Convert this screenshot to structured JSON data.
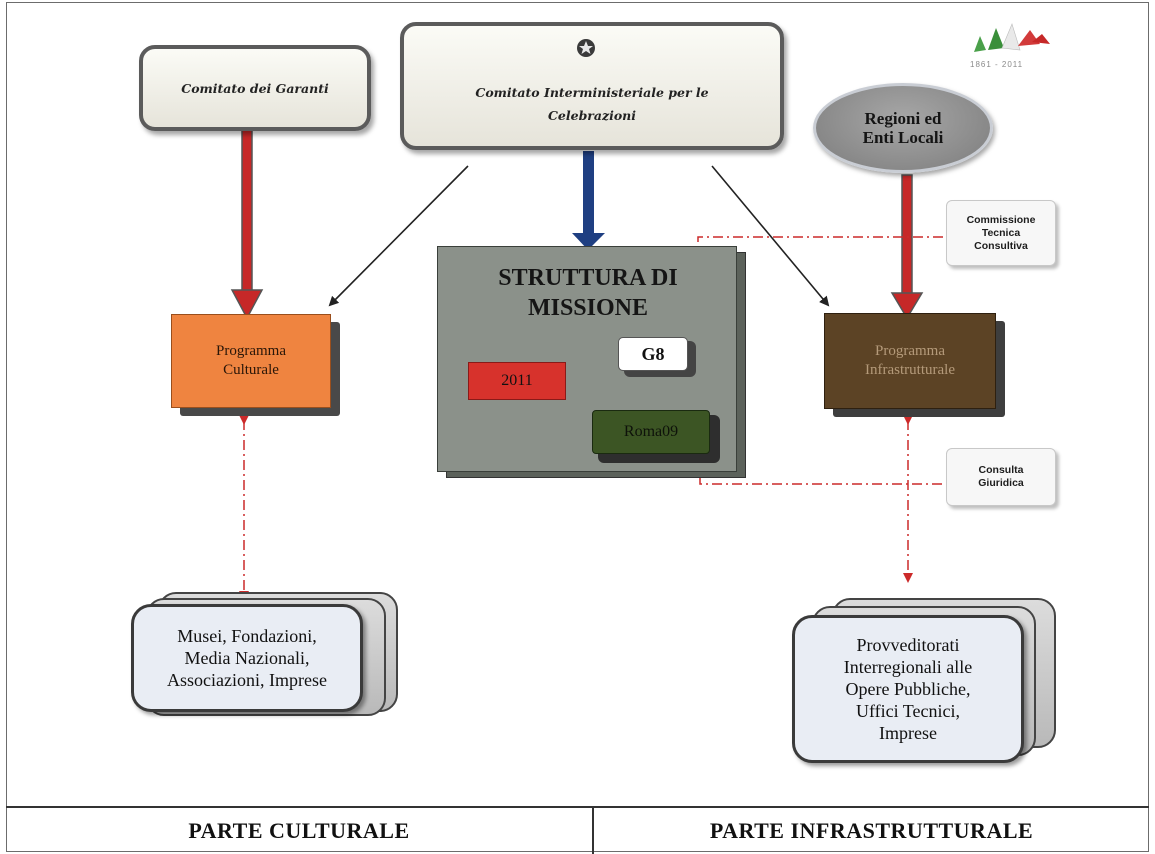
{
  "nodes": {
    "comitato_garanti": "Comitato dei Garanti",
    "comitato_interministeriale_line1": "Comitato Interministeriale per le",
    "comitato_interministeriale_line2": "Celebrazioni",
    "regioni_line1": "Regioni ed",
    "regioni_line2": "Enti Locali",
    "commissione_line1": "Commissione",
    "commissione_line2": "Tecnica",
    "commissione_line3": "Consultiva",
    "struttura_line1": "STRUTTURA DI",
    "struttura_line2": "MISSIONE",
    "label_2011": "2011",
    "label_g8": "G8",
    "label_roma09": "Roma09",
    "programma_culturale_line1": "Programma",
    "programma_culturale_line2": "Culturale",
    "programma_infra_line1": "Programma",
    "programma_infra_line2": "Infrastrutturale",
    "consulta_line1": "Consulta",
    "consulta_line2": "Giuridica",
    "musei_line1": "Musei, Fondazioni,",
    "musei_line2": "Media Nazionali,",
    "musei_line3": "Associazioni, Imprese",
    "provv_line1": "Provveditorati",
    "provv_line2": "Interregionali alle",
    "provv_line3": "Opere Pubbliche,",
    "provv_line4": "Uffici Tecnici,",
    "provv_line5": "Imprese"
  },
  "logo": {
    "years": "1861 - 2011"
  },
  "footer": {
    "left": "PARTE CULTURALE",
    "right": "PARTE INFRASTRUTTURALE"
  },
  "colors": {
    "red_arrow": "#c62828",
    "blue_arrow": "#1f3f82",
    "dash_red": "#cc2a2a",
    "orange_box": "#ef8440",
    "brown_box": "#5c4325",
    "struttura_bg": "#8b918a",
    "red_2011": "#d7322c",
    "green_roma": "#3c5524"
  }
}
